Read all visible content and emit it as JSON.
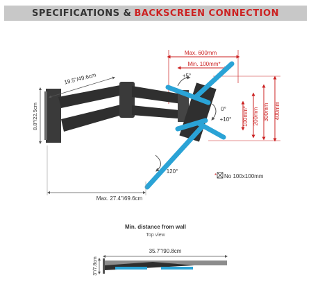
{
  "header": {
    "title_part1": "SPECIFICATIONS &",
    "title_part2": "BACKSCREEN CONNECTION"
  },
  "colors": {
    "accent_red": "#cc2222",
    "accent_blue": "#2aa3d6",
    "mount_dark": "#2f2f2f",
    "dim_line": "#555555",
    "header_bg": "#c8c8c8"
  },
  "dimensions": {
    "max_width": "Max. 600mm",
    "min_width": "Min. 100mm*",
    "tilt_up": "+5°",
    "tilt_range_zero": "0°",
    "tilt_range_down": "+10°",
    "vesa_100": "100mm*",
    "vesa_200": "200mm",
    "vesa_300": "300mm",
    "vesa_400": "400mm",
    "rotation": "120°",
    "arm_length": "19.5\"/49.6cm",
    "height": "8.8\"/22.5cm",
    "max_extension": "Max. 27.4\"/69.6cm",
    "footnote": "*",
    "footnote_text": "No 100x100mm"
  },
  "top_view": {
    "title": "Min. distance from wall",
    "subtitle": "Top view",
    "width": "35.7\"/90.8cm",
    "depth": "3\"/7.8cm"
  }
}
